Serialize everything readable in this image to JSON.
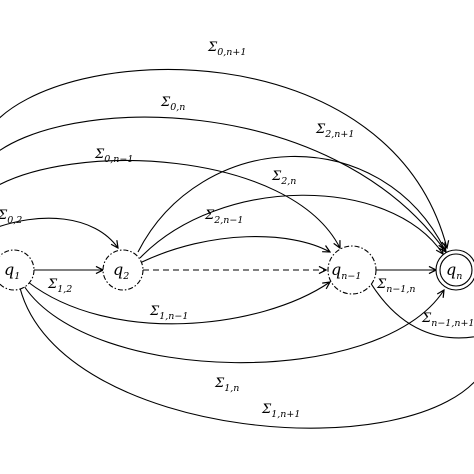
{
  "states": {
    "q1": {
      "base": "q",
      "sub": "1"
    },
    "q2": {
      "base": "q",
      "sub": "2"
    },
    "qn1": {
      "base": "q",
      "sub": "n−1"
    },
    "qn": {
      "base": "q",
      "sub": "n"
    }
  },
  "edges": {
    "s01": {
      "base": "Σ",
      "sub": "0,n+1"
    },
    "s0n": {
      "base": "Σ",
      "sub": "0,n"
    },
    "s0n1": {
      "base": "Σ",
      "sub": "0,n−1"
    },
    "s02": {
      "base": "Σ",
      "sub": "0,2"
    },
    "s2n1p": {
      "base": "Σ",
      "sub": "2,n+1"
    },
    "s2n": {
      "base": "Σ",
      "sub": "2,n"
    },
    "s2n1": {
      "base": "Σ",
      "sub": "2,n−1"
    },
    "s12": {
      "base": "Σ",
      "sub": "1,2"
    },
    "s1n1": {
      "base": "Σ",
      "sub": "1,n−1"
    },
    "s1n": {
      "base": "Σ",
      "sub": "1,n"
    },
    "s1n1p": {
      "base": "Σ",
      "sub": "1,n+1"
    },
    "sn1n": {
      "base": "Σ",
      "sub": "n−1,n"
    },
    "sn1n1": {
      "base": "Σ",
      "sub": "n−1,n+1"
    }
  }
}
